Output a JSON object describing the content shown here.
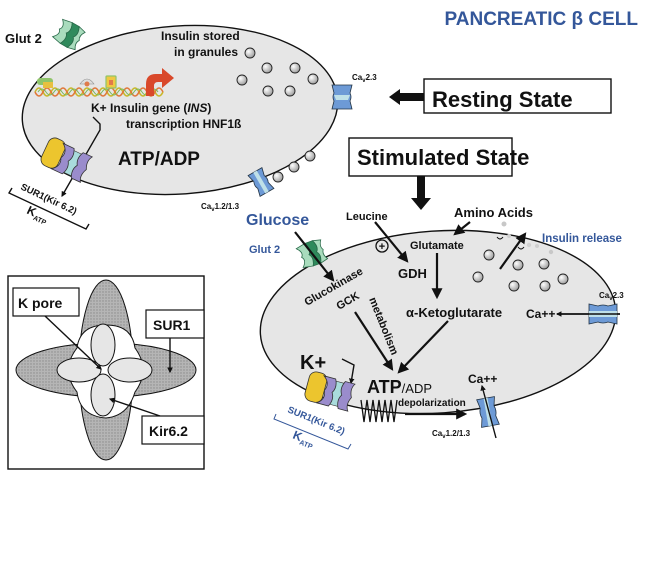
{
  "title": "PANCREATIC β CELL",
  "resting": {
    "state_label": "Resting State",
    "glut2": "Glut 2",
    "insulin_stored": [
      "Insulin stored",
      "in granules"
    ],
    "kplus": "K+",
    "gene_line1_prefix": "Insulin gene (",
    "gene_line1_italic": "INS",
    "gene_line1_suffix": ")",
    "gene_line2": "transcription HNF1ß",
    "atp_adp": "ATP/ADP",
    "sur1": "SUR1(Kir 6.2)",
    "katp_main": "K",
    "katp_sub": "ATP",
    "cav23_main": "Ca",
    "cav23_sub": "v",
    "cav23_rest": "2.3",
    "cav12_main": "Ca",
    "cav12_sub": "v",
    "cav12_rest": "1.2/1.3"
  },
  "stimulated": {
    "state_label": "Stimulated State",
    "glucose": "Glucose",
    "glut2": "Glut 2",
    "leucine": "Leucine",
    "plus": "+",
    "amino_acids": "Amino Acids",
    "glutamate": "Glutamate",
    "insulin_release": "Insulin release",
    "glucokinase": "Glucokinase",
    "gck": "GCK",
    "metabolism": "metabolism",
    "gdh": "GDH",
    "aketo": "α-Ketoglutarate",
    "ca_in": "Ca++",
    "cav23_main": "Ca",
    "cav23_sub": "v",
    "cav23_rest": "2.3",
    "kplus": "K+",
    "atp": "ATP",
    "adp": "/ADP",
    "depolarization": "depolarization",
    "ca_bottom": "Ca++",
    "cav12_main": "Ca",
    "cav12_sub": "v",
    "cav12_rest": "1.2/1.3",
    "sur1": "SUR1(Kir 6.2)",
    "katp_main": "K",
    "katp_sub": "ATP"
  },
  "inset": {
    "k_pore": "K pore",
    "sur1": "SUR1",
    "kir62": "Kir6.2"
  },
  "colors": {
    "title_blue": "#34579a",
    "cell_fill": "#e6e6e6",
    "sur1_yellow": "#ecc52e",
    "kir_purple": "#9a8ccc",
    "channel_blue": "#6d9ad6",
    "glut_green": "#3a9e6c",
    "arrow_red": "#d9482a"
  }
}
